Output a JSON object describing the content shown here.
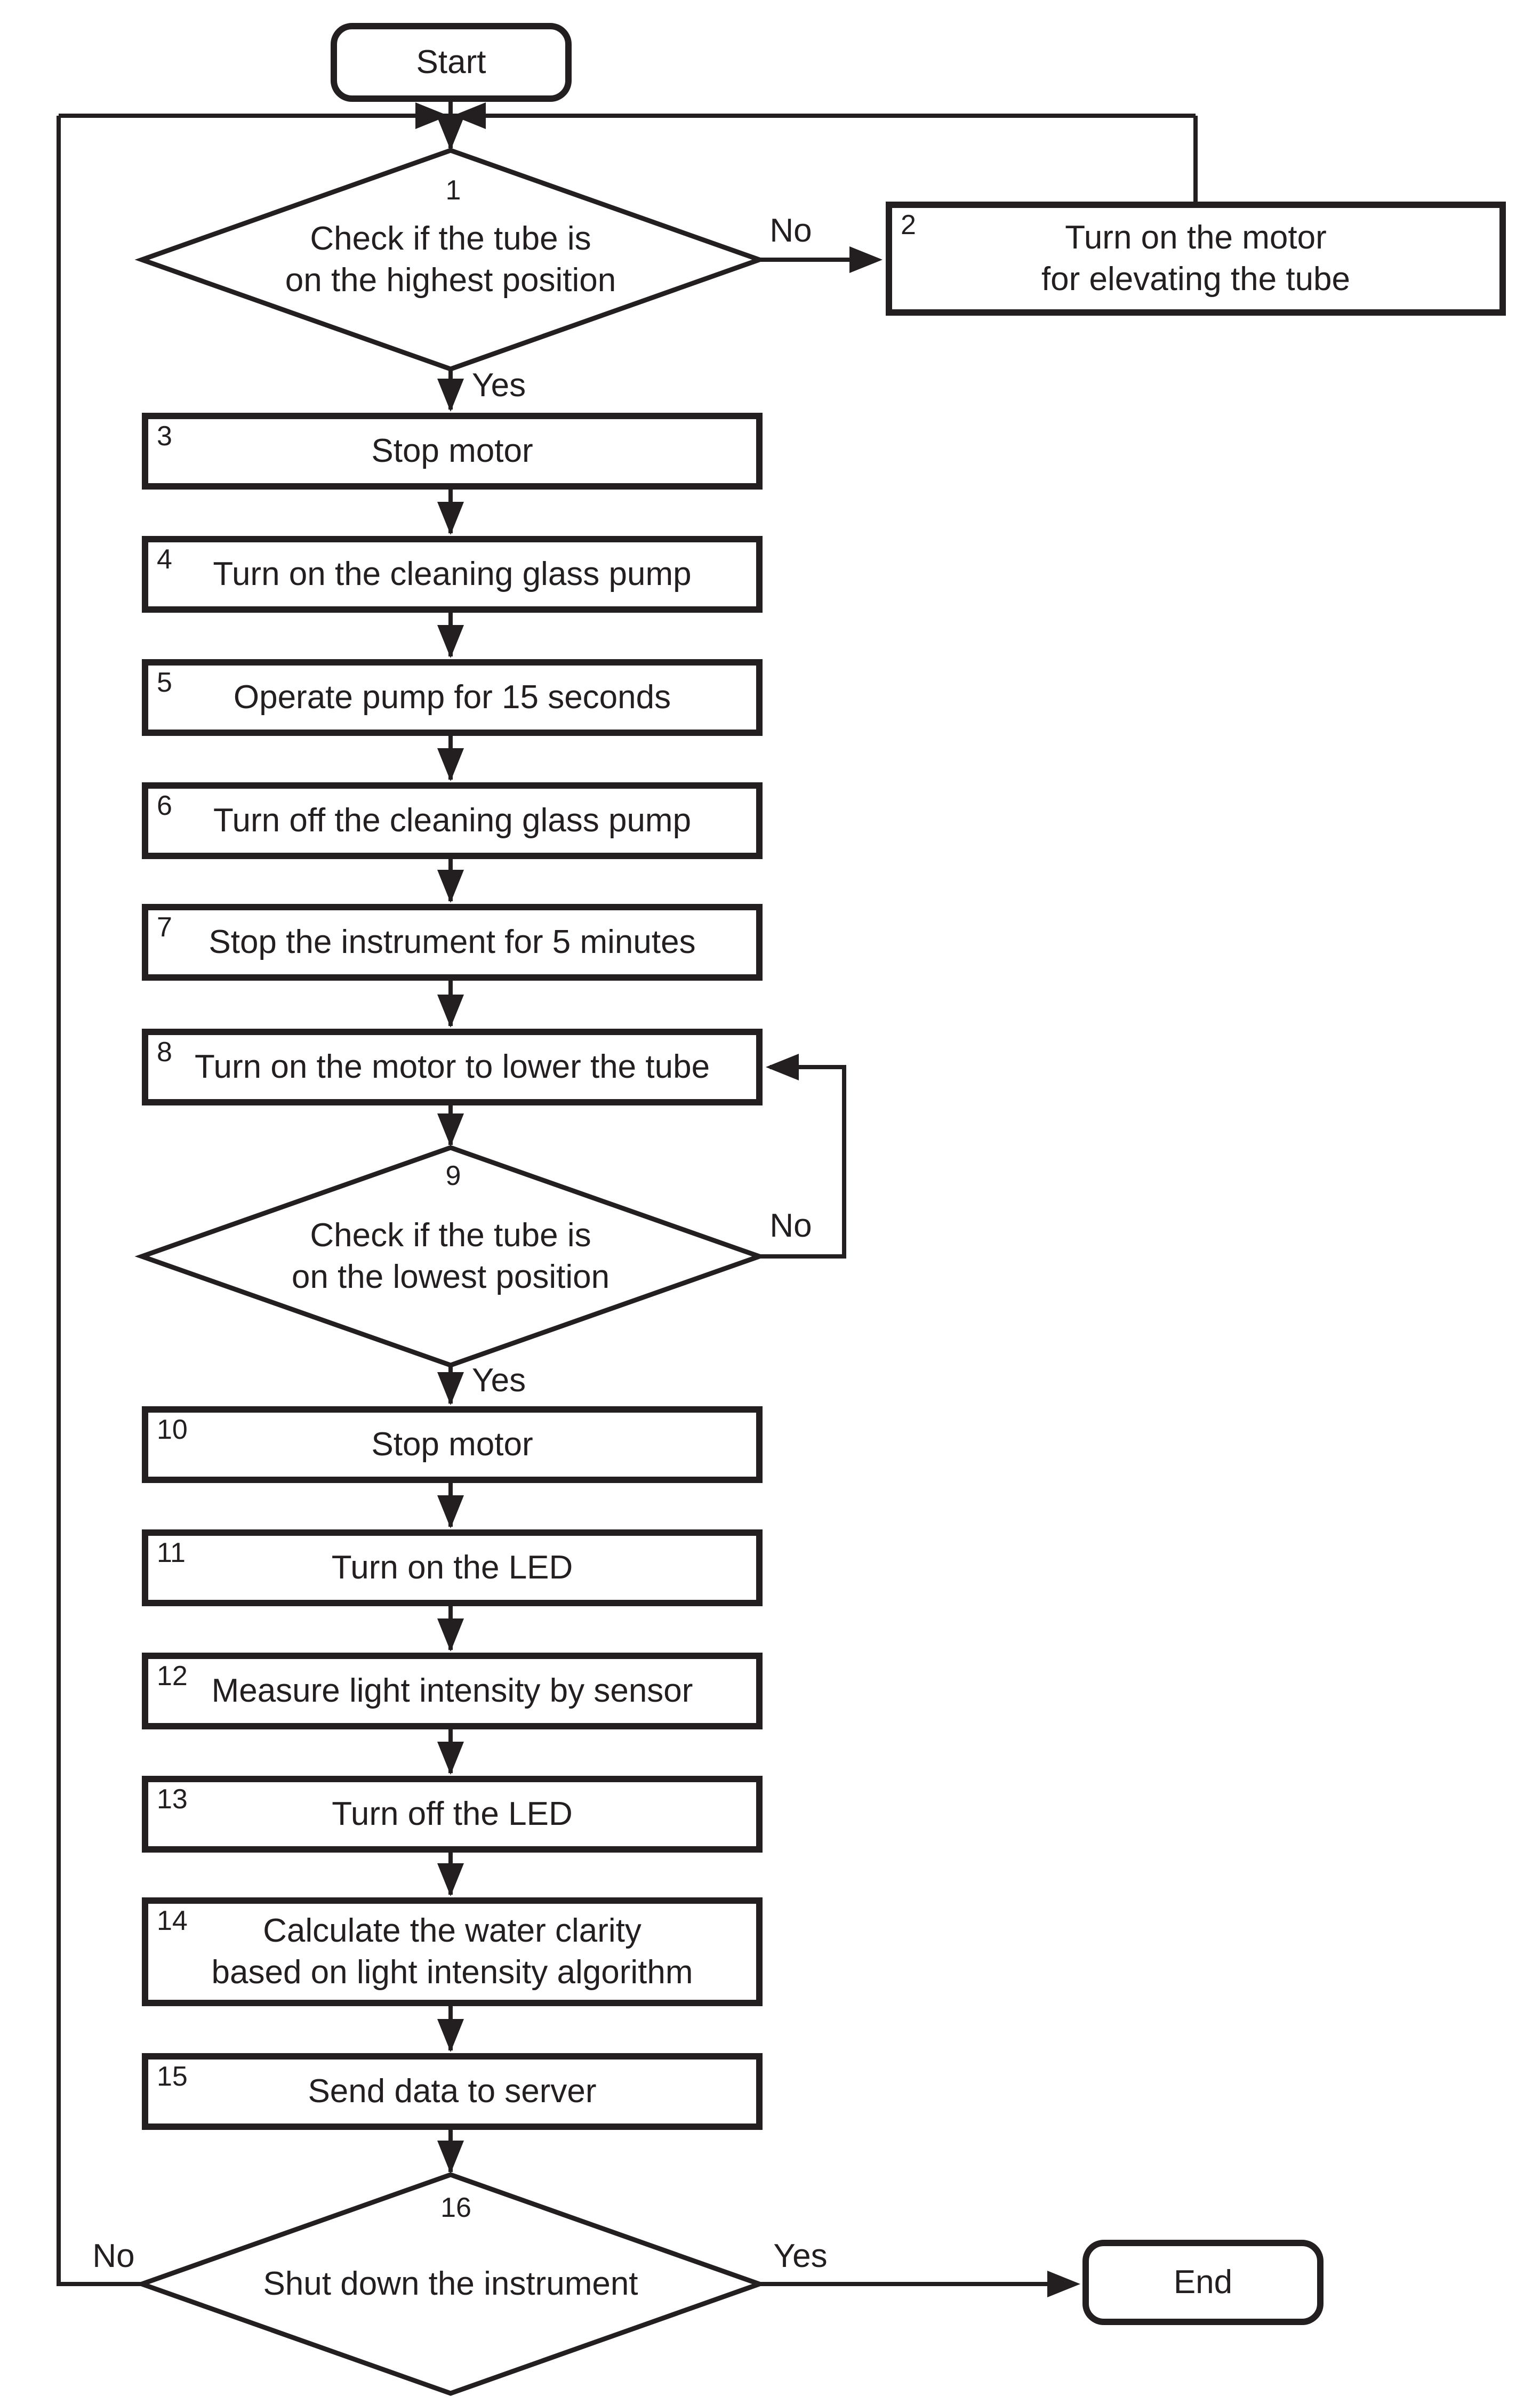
{
  "figure": {
    "background": "#ffffff",
    "ink": "#231f20"
  },
  "nodes": {
    "start": {
      "type": "terminal",
      "label": "Start"
    },
    "d1": {
      "type": "decision",
      "num": "1",
      "line1": "Check if the tube is",
      "line2": "on the highest position"
    },
    "b2": {
      "type": "process",
      "num": "2",
      "line1": "Turn on the motor",
      "line2": "for elevating the tube"
    },
    "b3": {
      "type": "process",
      "num": "3",
      "label": "Stop motor"
    },
    "b4": {
      "type": "process",
      "num": "4",
      "label": "Turn on the cleaning glass pump"
    },
    "b5": {
      "type": "process",
      "num": "5",
      "label": "Operate pump for 15 seconds"
    },
    "b6": {
      "type": "process",
      "num": "6",
      "label": "Turn off the cleaning glass pump"
    },
    "b7": {
      "type": "process",
      "num": "7",
      "label": "Stop the instrument for 5 minutes"
    },
    "b8": {
      "type": "process",
      "num": "8",
      "label": "Turn on the motor to lower the tube"
    },
    "d9": {
      "type": "decision",
      "num": "9",
      "line1": "Check if the tube is",
      "line2": "on the lowest position"
    },
    "b10": {
      "type": "process",
      "num": "10",
      "label": "Stop motor"
    },
    "b11": {
      "type": "process",
      "num": "11",
      "label": "Turn on the LED"
    },
    "b12": {
      "type": "process",
      "num": "12",
      "label": "Measure light intensity by sensor"
    },
    "b13": {
      "type": "process",
      "num": "13",
      "label": "Turn off the LED"
    },
    "b14": {
      "type": "process",
      "num": "14",
      "line1": "Calculate the water clarity",
      "line2": "based on light intensity algorithm"
    },
    "b15": {
      "type": "process",
      "num": "15",
      "label": "Send data to server"
    },
    "d16": {
      "type": "decision",
      "num": "16",
      "label": "Shut down the instrument"
    },
    "end": {
      "type": "terminal",
      "label": "End"
    }
  },
  "edge_labels": {
    "d1_no": "No",
    "d1_yes": "Yes",
    "d9_no": "No",
    "d9_yes": "Yes",
    "d16_no": "No",
    "d16_yes": "Yes"
  }
}
